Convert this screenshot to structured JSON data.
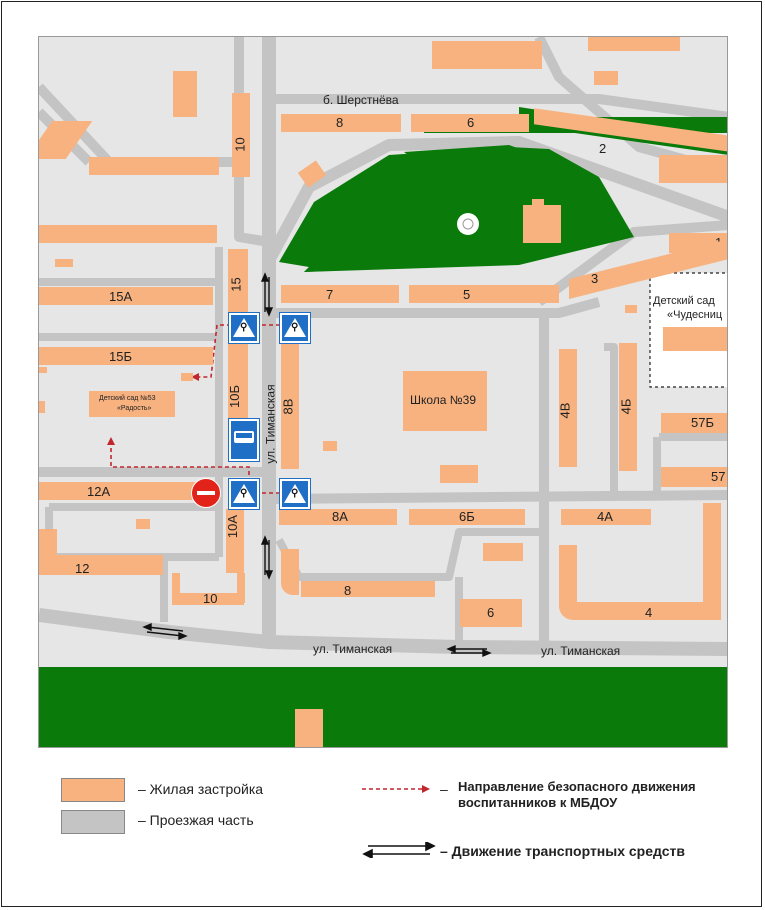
{
  "map": {
    "streets": {
      "sherstnyova": "б. Шерстнёва",
      "timanskaya_vertical": "ул. Тиманская",
      "timanskaya_bottom_left": "ул. Тиманская",
      "timanskaya_bottom_right": "ул. Тиманская"
    },
    "buildings": {
      "b8_top": "8",
      "b6_top": "6",
      "b2": "2",
      "b10_top": "10",
      "b1": "1",
      "b3": "3",
      "b15": "15",
      "b7": "7",
      "b5": "5",
      "b15a": "15А",
      "b15b": "15Б",
      "b10b": "10Б",
      "b8v": "8В",
      "b4v": "4В",
      "b4b": "4Б",
      "b57b": "57Б",
      "b57": "57",
      "b12a": "12А",
      "b10a": "10А",
      "b8a": "8А",
      "b6b": "6Б",
      "b4a": "4А",
      "b12": "12",
      "b10_bottom": "10",
      "b8_bottom": "8",
      "b6_bottom": "6",
      "b4_bottom": "4"
    },
    "school": "Школа №39",
    "kindergarten_53_line1": "Детский сад №53",
    "kindergarten_53_line2": "«Радость»",
    "kindergarten_right_line1": "Детский сад",
    "kindergarten_right_line2": "«Чудесниц"
  },
  "legend": {
    "residential": "– Жилая застройка",
    "roadway": "– Проезжая часть",
    "safe_route_line1": "Направление безопасного движения",
    "safe_route_line2": "воспитанников к МБДОУ",
    "traffic": "– Движение транспортных средств"
  },
  "colors": {
    "residential": "#f7b27f",
    "roadway": "#c4c4c4",
    "park": "#0a7a0a",
    "route": "#c1272d",
    "sign_blue": "#1f6fc7",
    "no_entry_red": "#e2231a"
  }
}
